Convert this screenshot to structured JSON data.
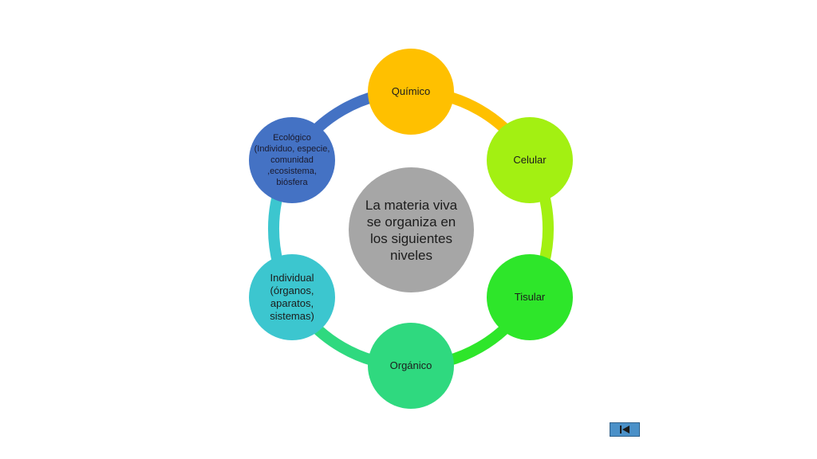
{
  "center": {
    "label": "La materia viva se organiza en los siguientes niveles",
    "color": "#a6a6a6"
  },
  "levels": [
    {
      "label": "Químico",
      "color": "#ffc000"
    },
    {
      "label": "Celular",
      "color": "#a3f012"
    },
    {
      "label": "Tisular",
      "color": "#2ee62a"
    },
    {
      "label": "Orgánico",
      "color": "#2fd97f"
    },
    {
      "label": "Individual (órganos, aparatos, sistemas)",
      "color": "#3cc6cf"
    },
    {
      "label": "Ecológico (Individuo, especie, comunidad ,ecosistema, biósfera",
      "color": "#4472c4"
    }
  ],
  "arcs": [
    {
      "from": 0,
      "to": 1,
      "color": "#ffc000"
    },
    {
      "from": 1,
      "to": 2,
      "color": "#a3f012"
    },
    {
      "from": 2,
      "to": 3,
      "color": "#2ee62a"
    },
    {
      "from": 3,
      "to": 4,
      "color": "#2fd97f"
    },
    {
      "from": 4,
      "to": 5,
      "color": "#3cc6cf"
    },
    {
      "from": 5,
      "to": 0,
      "color": "#4472c4"
    }
  ],
  "nav": {
    "icon": "skip-back-icon"
  }
}
